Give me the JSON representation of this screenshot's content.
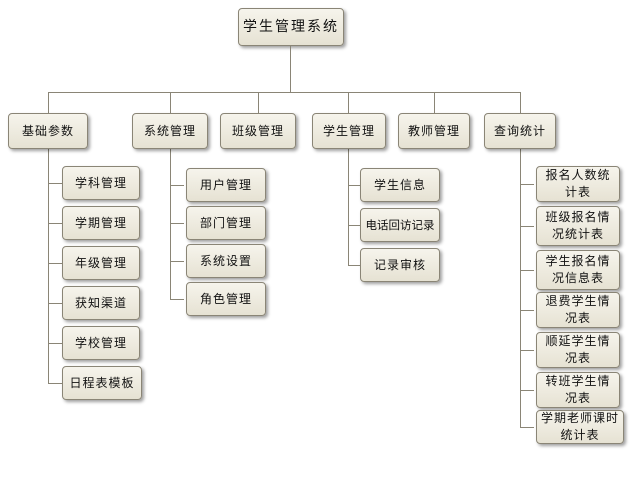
{
  "diagram": {
    "root": "学生管理系统",
    "branches": [
      {
        "label": "基础参数",
        "children": [
          "学科管理",
          "学期管理",
          "年级管理",
          "获知渠道",
          "学校管理",
          "日程表模板"
        ]
      },
      {
        "label": "系统管理",
        "children": [
          "用户管理",
          "部门管理",
          "系统设置",
          "角色管理"
        ]
      },
      {
        "label": "班级管理",
        "children": []
      },
      {
        "label": "学生管理",
        "children": [
          "学生信息",
          "电话回访记录",
          "记录审核"
        ]
      },
      {
        "label": "教师管理",
        "children": []
      },
      {
        "label": "查询统计",
        "children": [
          "报名人数统计表",
          "班级报名情况统计表",
          "学生报名情况信息表",
          "退费学生情况表",
          "顺延学生情况表",
          "转班学生情况表",
          "学期老师课时统计表"
        ]
      }
    ]
  }
}
